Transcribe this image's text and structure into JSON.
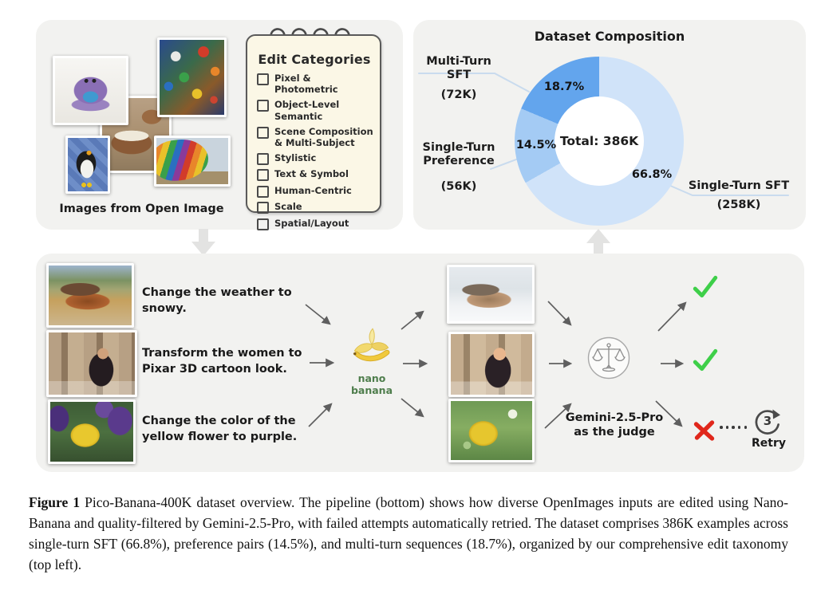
{
  "top_left_panel": {
    "collage_caption": "Images from Open Image",
    "notepad": {
      "title": "Edit Categories",
      "items": [
        "Pixel & Photometric",
        "Object-Level Semantic",
        "Scene Composition & Multi-Subject",
        "Stylistic",
        "Text & Symbol",
        "Human-Centric",
        "Scale",
        "Spatial/Layout"
      ]
    }
  },
  "donut_panel": {
    "title": "Dataset Composition",
    "center_label": "Total: 386K",
    "callouts": {
      "multi_turn": {
        "line1": "Multi-Turn SFT",
        "count": "(72K)",
        "pct": "18.7%"
      },
      "single_pref": {
        "line1": "Single-Turn",
        "line2": "Preference",
        "count": "(56K)",
        "pct": "14.5%"
      },
      "single_sft": {
        "line1": "Single-Turn SFT",
        "count": "(258K)",
        "pct": "66.8%"
      }
    }
  },
  "chart_data": {
    "type": "pie",
    "donut": true,
    "title": "Dataset Composition",
    "center_label": "Total: 386K",
    "start_angle_deg": 0,
    "direction": "clockwise",
    "segments": [
      {
        "label": "Single-Turn SFT",
        "count_k": 258,
        "percent": 66.8,
        "color": "#d0e3f9"
      },
      {
        "label": "Single-Turn Preference",
        "count_k": 56,
        "percent": 14.5,
        "color": "#a4cbf4"
      },
      {
        "label": "Multi-Turn SFT",
        "count_k": 72,
        "percent": 18.7,
        "color": "#63a5ed"
      }
    ]
  },
  "pipeline": {
    "inputs": [
      {
        "instruction": "Change the weather to snowy."
      },
      {
        "instruction": "Transform the women to Pixar 3D cartoon look."
      },
      {
        "instruction": "Change the color of the yellow flower to purple."
      }
    ],
    "model_label": "nano banana",
    "judge": {
      "line1": "Gemini-2.5-Pro",
      "line2": "as the judge"
    },
    "results": [
      "pass",
      "pass",
      "fail"
    ],
    "retry": {
      "count": "3",
      "label": "Retry"
    }
  },
  "caption": {
    "label": "Figure 1",
    "text": "Pico-Banana-400K dataset overview. The pipeline (bottom) shows how diverse OpenImages inputs are edited using Nano-Banana and quality-filtered by Gemini-2.5-Pro, with failed attempts automatically retried. The dataset comprises 386K examples across single-turn SFT (66.8%), preference pairs (14.5%), and multi-turn sequences (18.7%), organized by our comprehensive edit taxonomy (top left)."
  }
}
